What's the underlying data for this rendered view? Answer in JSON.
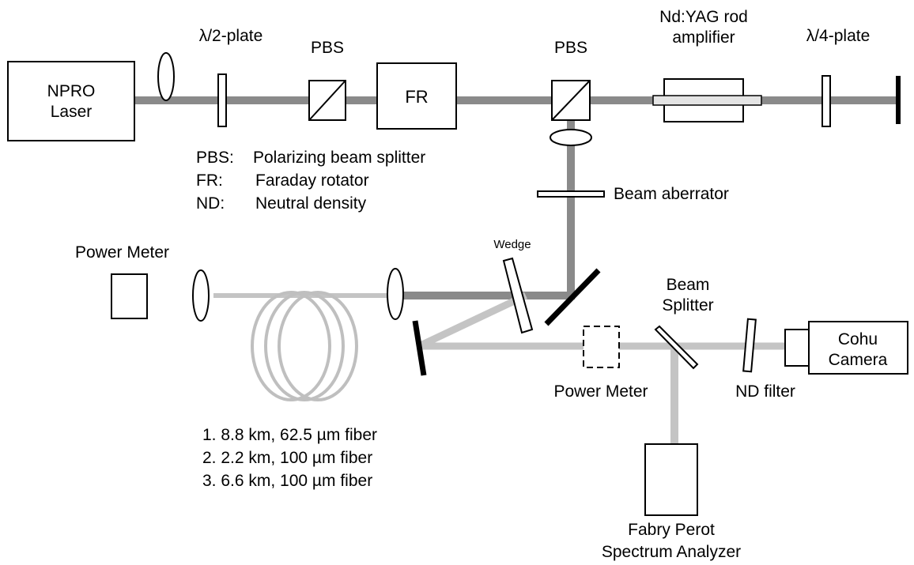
{
  "labels": {
    "laser_line1": "NPRO",
    "laser_line2": "Laser",
    "half_wave_plate": "λ/2-plate",
    "pbs1": "PBS",
    "fr_box": "FR",
    "pbs2": "PBS",
    "amp_line1": "Nd:YAG rod",
    "amp_line2": "amplifier",
    "quarter_wave_plate": "λ/4-plate",
    "beam_aberrator": "Beam aberrator",
    "wedge": "Wedge",
    "power_meter_left": "Power Meter",
    "beam_splitter_line1": "Beam",
    "beam_splitter_line2": "Splitter",
    "camera_line1": "Cohu",
    "camera_line2": "Camera",
    "power_meter_center": "Power Meter",
    "nd_filter": "ND filter",
    "fp_line1": "Fabry Perot",
    "fp_line2": "Spectrum Analyzer"
  },
  "legend": {
    "items": [
      {
        "abbr": "PBS:",
        "text": "Polarizing beam splitter"
      },
      {
        "abbr": "FR:",
        "text": "Faraday rotator"
      },
      {
        "abbr": "ND:",
        "text": "Neutral density"
      }
    ]
  },
  "fibers": [
    "1.  8.8 km, 62.5 µm fiber",
    "2.  2.2 km, 100 µm fiber",
    "3.  6.6 km, 100 µm fiber"
  ],
  "colors": {
    "beam_dark": "#8a8a8a",
    "beam_light": "#c4c4c4",
    "fiber": "#bfbfbf",
    "line": "#000000"
  }
}
